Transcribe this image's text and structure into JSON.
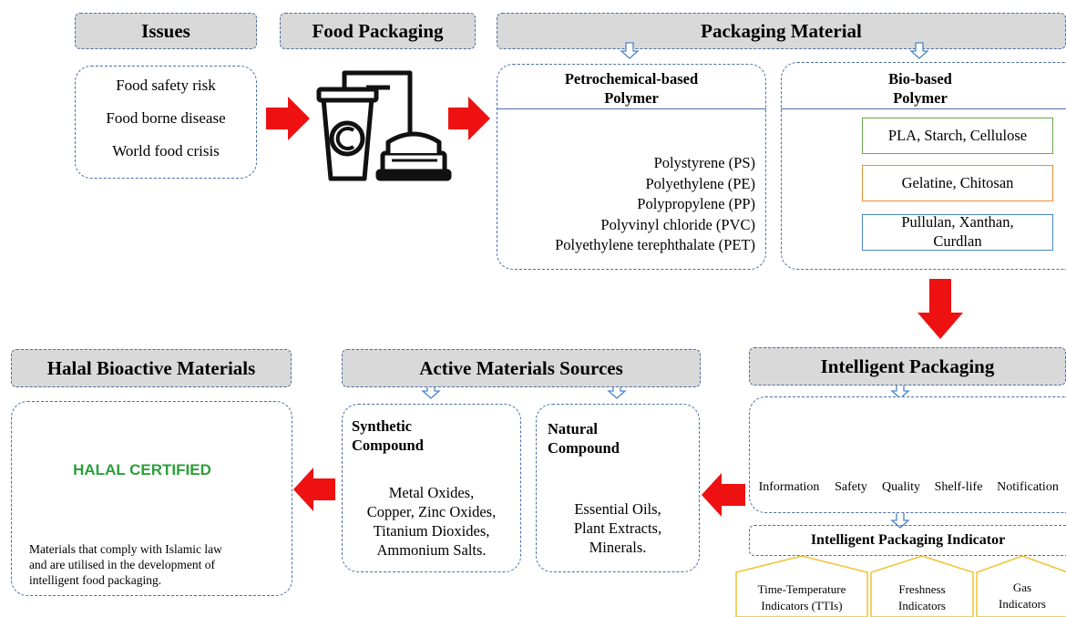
{
  "headers": {
    "issues": "Issues",
    "food_packaging": "Food Packaging",
    "packaging_material": "Packaging Material",
    "intelligent_packaging": "Intelligent Packaging",
    "active_sources": "Active Materials Sources",
    "halal": "Halal Bioactive Materials"
  },
  "issues": [
    "Food safety risk",
    "Food borne disease",
    "World food crisis"
  ],
  "petro": {
    "title1": "Petrochemical-based",
    "title2": "Polymer",
    "items": [
      "Polystyrene (PS)",
      "Polyethylene (PE)",
      "Polypropylene (PP)",
      "Polyvinyl chloride  (PVC)",
      "Polyethylene terephthalate (PET)"
    ]
  },
  "bio": {
    "title1": "Bio-based",
    "title2": "Polymer",
    "items": [
      "PLA, Starch, Cellulose",
      "Gelatine, Chitosan",
      "Pullulan, Xanthan,",
      "Curdlan"
    ]
  },
  "intelligent_icons": [
    "Information",
    "Safety",
    "Quality",
    "Shelf-life",
    "Notification"
  ],
  "indicator": {
    "title": "Intelligent Packaging Indicator",
    "tti1": "Time-Temperature",
    "tti2": "Indicators (TTIs)",
    "fresh1": "Freshness",
    "fresh2": "Indicators",
    "gas1": "Gas",
    "gas2": "Indicators"
  },
  "synthetic": {
    "title1": "Synthetic",
    "title2": "Compound",
    "items": [
      "Metal Oxides,",
      "Copper,  Zinc Oxides,",
      "Titanium Dioxides,",
      "Ammonium Salts."
    ]
  },
  "natural": {
    "title1": "Natural",
    "title2": "Compound",
    "items": [
      "Essential Oils,",
      "Plant Extracts,",
      "Minerals."
    ]
  },
  "halal": {
    "badge": "HALAL CERTIFIED",
    "desc1": "Materials that comply with Islamic law",
    "desc2": "and are utilised  in the development  of",
    "desc3": "intelligent  food packaging."
  },
  "colors": {
    "arrow": "#ee1111",
    "green": "#6aa84f",
    "orange": "#e69138",
    "blue": "#4a86c8",
    "halal_green": "#2e9e3a",
    "indicator_border": "#f1c232"
  }
}
